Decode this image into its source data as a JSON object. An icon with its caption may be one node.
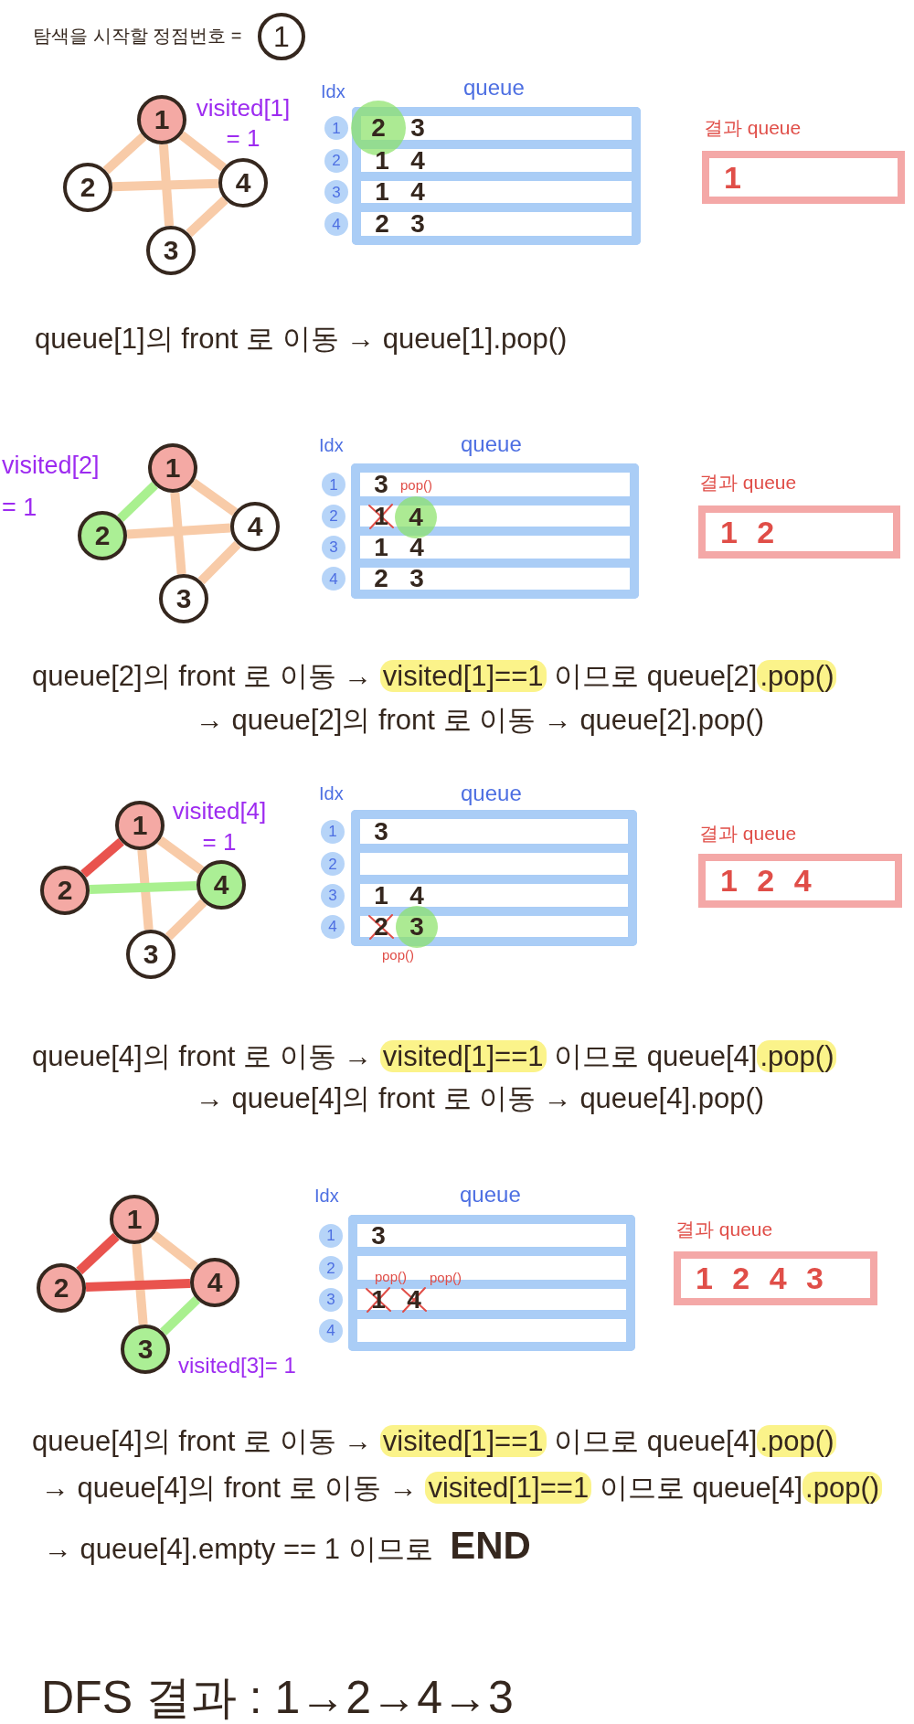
{
  "diagram": {
    "nodes": [
      {
        "text": [
          "1"
        ]
      },
      {
        "text": [
          "1"
        ],
        "beside": [
          "visited[1] = 1"
        ]
      },
      {
        "text": [
          "2"
        ]
      },
      {
        "text": [
          "4"
        ]
      },
      {
        "text": [
          "3"
        ]
      },
      {
        "text": [
          "queue"
        ]
      },
      {
        "text": [
          "1"
        ]
      },
      {
        "text": [
          "2"
        ]
      },
      {
        "text": [
          "3"
        ]
      },
      {
        "text": [
          "4"
        ]
      },
      {
        "text": [
          "2"
        ],
        "in": 5
      },
      {
        "text": [
          "결과 queue",
          "1"
        ]
      },
      {
        "text": [
          "1"
        ]
      },
      {
        "text": [
          "2"
        ],
        "beside": [
          "visited[2] = 1"
        ]
      },
      {
        "text": [
          "4"
        ]
      },
      {
        "text": [
          "3"
        ]
      },
      {
        "text": [
          "queue"
        ]
      },
      {
        "text": [
          "1"
        ]
      },
      {
        "text": [
          "2"
        ]
      },
      {
        "text": [
          "3"
        ]
      },
      {
        "text": [
          "4"
        ]
      },
      {
        "text": [
          "4"
        ],
        "in": 16
      },
      {
        "text": [
          "결과 queue",
          "1 2"
        ]
      },
      {
        "text": [
          "1"
        ]
      },
      {
        "text": [
          "2"
        ]
      },
      {
        "text": [
          "4"
        ],
        "beside": [
          "visited[4] = 1"
        ]
      },
      {
        "text": [
          "3"
        ]
      },
      {
        "text": [
          "queue"
        ]
      },
      {
        "text": [
          "1"
        ]
      },
      {
        "text": [
          "2"
        ]
      },
      {
        "text": [
          "3"
        ]
      },
      {
        "text": [
          "4"
        ]
      },
      {
        "text": [
          "3"
        ],
        "in": 27
      },
      {
        "text": [
          "결과 queue",
          "1 2 4"
        ]
      },
      {
        "text": [
          "1"
        ]
      },
      {
        "text": [
          "2"
        ]
      },
      {
        "text": [
          "4"
        ]
      },
      {
        "text": [
          "3"
        ],
        "beside": [
          "visited[3]= 1"
        ]
      },
      {
        "text": [
          "queue"
        ]
      },
      {
        "text": [
          "1"
        ]
      },
      {
        "text": [
          "2"
        ]
      },
      {
        "text": [
          "3"
        ]
      },
      {
        "text": [
          "4"
        ]
      },
      {
        "text": [
          "결과 queue",
          "1 2 4 3"
        ]
      }
    ],
    "edges": [
      {
        "from": 1,
        "to": 2,
        "arrow": "none"
      },
      {
        "from": 1,
        "to": 3,
        "arrow": "none"
      },
      {
        "from": 1,
        "to": 4,
        "arrow": "none"
      },
      {
        "from": 2,
        "to": 3,
        "arrow": "none"
      },
      {
        "from": 3,
        "to": 4,
        "arrow": "none"
      },
      {
        "from": 12,
        "to": 13,
        "arrow": "none",
        "color": "#a9f08f"
      },
      {
        "from": 12,
        "to": 14,
        "arrow": "none"
      },
      {
        "from": 12,
        "to": 15,
        "arrow": "none"
      },
      {
        "from": 13,
        "to": 14,
        "arrow": "none"
      },
      {
        "from": 14,
        "to": 15,
        "arrow": "none"
      },
      {
        "from": 23,
        "to": 24,
        "arrow": "none",
        "color": "#e9534e"
      },
      {
        "from": 23,
        "to": 25,
        "arrow": "none"
      },
      {
        "from": 23,
        "to": 26,
        "arrow": "none"
      },
      {
        "from": 24,
        "to": 25,
        "arrow": "none",
        "color": "#a9f08f"
      },
      {
        "from": 25,
        "to": 26,
        "arrow": "none"
      },
      {
        "from": 34,
        "to": 35,
        "arrow": "none",
        "color": "#e9534e"
      },
      {
        "from": 34,
        "to": 36,
        "arrow": "none"
      },
      {
        "from": 34,
        "to": 37,
        "arrow": "none"
      },
      {
        "from": 35,
        "to": 36,
        "arrow": "none",
        "color": "#e9534e"
      },
      {
        "from": 36,
        "to": 37,
        "arrow": "none",
        "color": "#a9f08f"
      }
    ],
    "labels": [
      "탐색을 시작할 정점번호 =",
      "Idx",
      "3",
      "1",
      "4",
      "1",
      "4",
      "2",
      "3",
      "queue[1]의 front 로 이동 → queue[1].pop()",
      "Idx",
      "3",
      "pop()",
      "1",
      "1",
      "4",
      "2",
      "3",
      "queue[2]의 front 로 이동 → **visited[1]==1** 이므로 queue[2]**.pop()**",
      "→ queue[2]의 front 로 이동 → queue[2].pop()",
      "Idx",
      "3",
      "1",
      "4",
      "2",
      "pop()",
      "queue[4]의 front 로 이동 → **visited[1]==1** 이므로 queue[4]**.pop()**",
      "→ queue[4]의 front 로 이동 → queue[4].pop()",
      "Idx",
      "3",
      "pop()",
      "pop()",
      "1",
      "4",
      "queue[4]의 front 로 이동 → **visited[1]==1** 이므로 queue[4]**.pop()**",
      "→ queue[4]의 front 로 이동 → **visited[1]==1** 이므로 queue[4]**.pop()**",
      "→ queue[4].empty == 1 이므로 **END**",
      "DFS 결과 : 1→2→4→3"
    ]
  }
}
